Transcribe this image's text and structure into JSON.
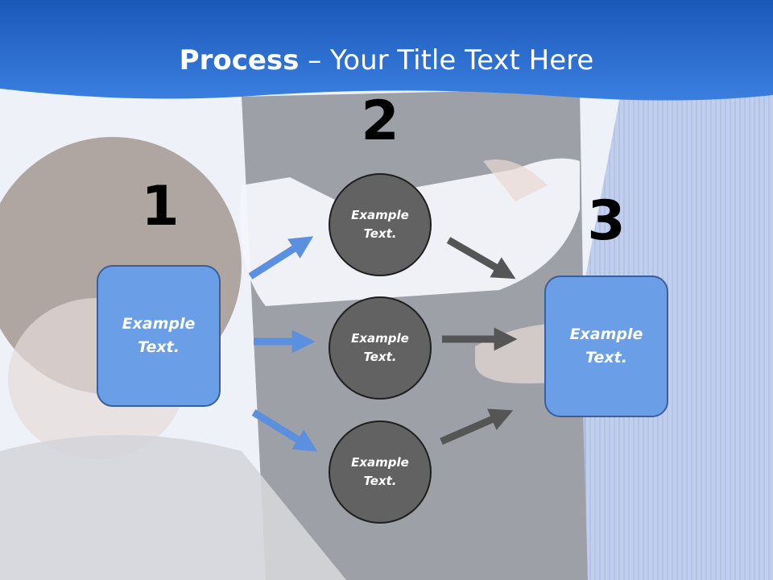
{
  "title": {
    "bold": "Process",
    "separator": " – ",
    "rest": "Your Title Text Here"
  },
  "steps": [
    {
      "number": "1"
    },
    {
      "number": "2"
    },
    {
      "number": "3"
    }
  ],
  "left_box": {
    "text": "Example\nText."
  },
  "circles": [
    {
      "text": "Example\nText."
    },
    {
      "text": "Example\nText."
    },
    {
      "text": "Example\nText."
    }
  ],
  "right_box": {
    "text": "Example\nText."
  },
  "colors": {
    "header_blue": "#2a6fd2",
    "box_blue": "#6a9ee6",
    "circle_gray": "#626262",
    "arrow_blue": "#5b8fe0",
    "arrow_gray": "#555555"
  }
}
